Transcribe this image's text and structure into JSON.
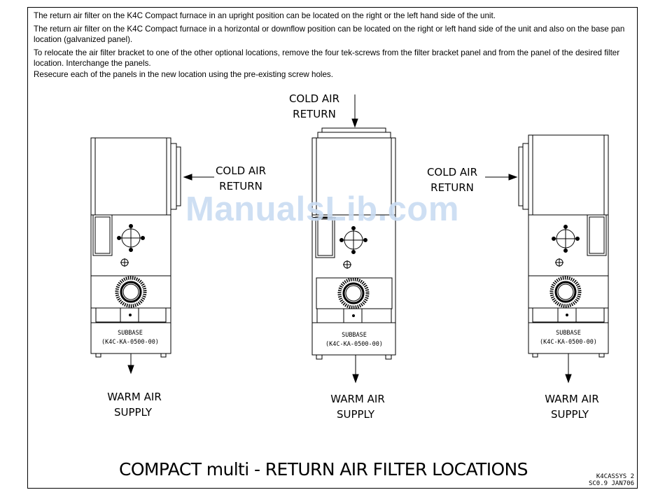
{
  "notes": [
    "The return air filter on the K4C Compact furnace in an upright position can be located on the right or the left hand side of the unit.",
    "The return air filter on the K4C Compact furnace in a horizontal or downflow position can be located on the right or left hand side of the unit and also on the base pan location (galvanized panel).",
    "To relocate the air filter bracket to one of the other optional locations, remove the four tek-screws from the filter bracket panel and from the panel of the desired filter location.  Interchange the panels.",
    "Resecure each of the panels in the new location using the pre-existing screw holes."
  ],
  "watermark": "ManualsLib.com",
  "diagram": {
    "cold_air_line1": "COLD AIR",
    "cold_air_line2": "RETURN",
    "warm_air_line1": "WARM AIR",
    "warm_air_line2": "SUPPLY",
    "subbase_line1": "SUBBASE",
    "subbase_line2": "(K4C-KA-0500-00)"
  },
  "title": "COMPACT multi - RETURN AIR FILTER LOCATIONS",
  "drawing_code": {
    "line1": "K4CASSYS  2",
    "line2": "SC0.9 JAN706"
  }
}
